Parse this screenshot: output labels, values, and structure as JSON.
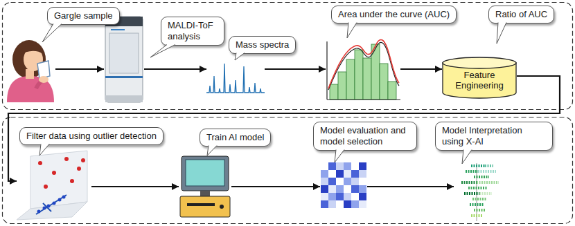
{
  "diagram": {
    "nodes": [
      {
        "text": [
          "Gargle sample"
        ]
      },
      {
        "text": [
          "MALDI-ToF analysis"
        ]
      },
      {
        "text": [
          "Mass spectra"
        ]
      },
      {
        "text": [
          "Area under the curve (AUC)"
        ]
      },
      {
        "text": [
          "Ratio of AUC",
          "Feature Engineering"
        ]
      },
      {
        "text": [
          "Filter data using outlier detection"
        ]
      },
      {
        "text": [
          "Train AI model"
        ]
      },
      {
        "text": [
          "Model evaluation and model selection"
        ]
      },
      {
        "text": [
          "Model Interpretation using X-AI"
        ]
      }
    ],
    "edges": [
      {
        "from": 0,
        "to": 1,
        "arrow": "to"
      },
      {
        "from": 1,
        "to": 2,
        "arrow": "to"
      },
      {
        "from": 2,
        "to": 3,
        "arrow": "to"
      },
      {
        "from": 3,
        "to": 4,
        "arrow": "to"
      },
      {
        "from": 4,
        "to": 5,
        "arrow": "to"
      },
      {
        "from": 5,
        "to": 6,
        "arrow": "to"
      },
      {
        "from": 6,
        "to": 7,
        "arrow": "to"
      },
      {
        "from": 7,
        "to": 8,
        "arrow": "to"
      }
    ]
  }
}
